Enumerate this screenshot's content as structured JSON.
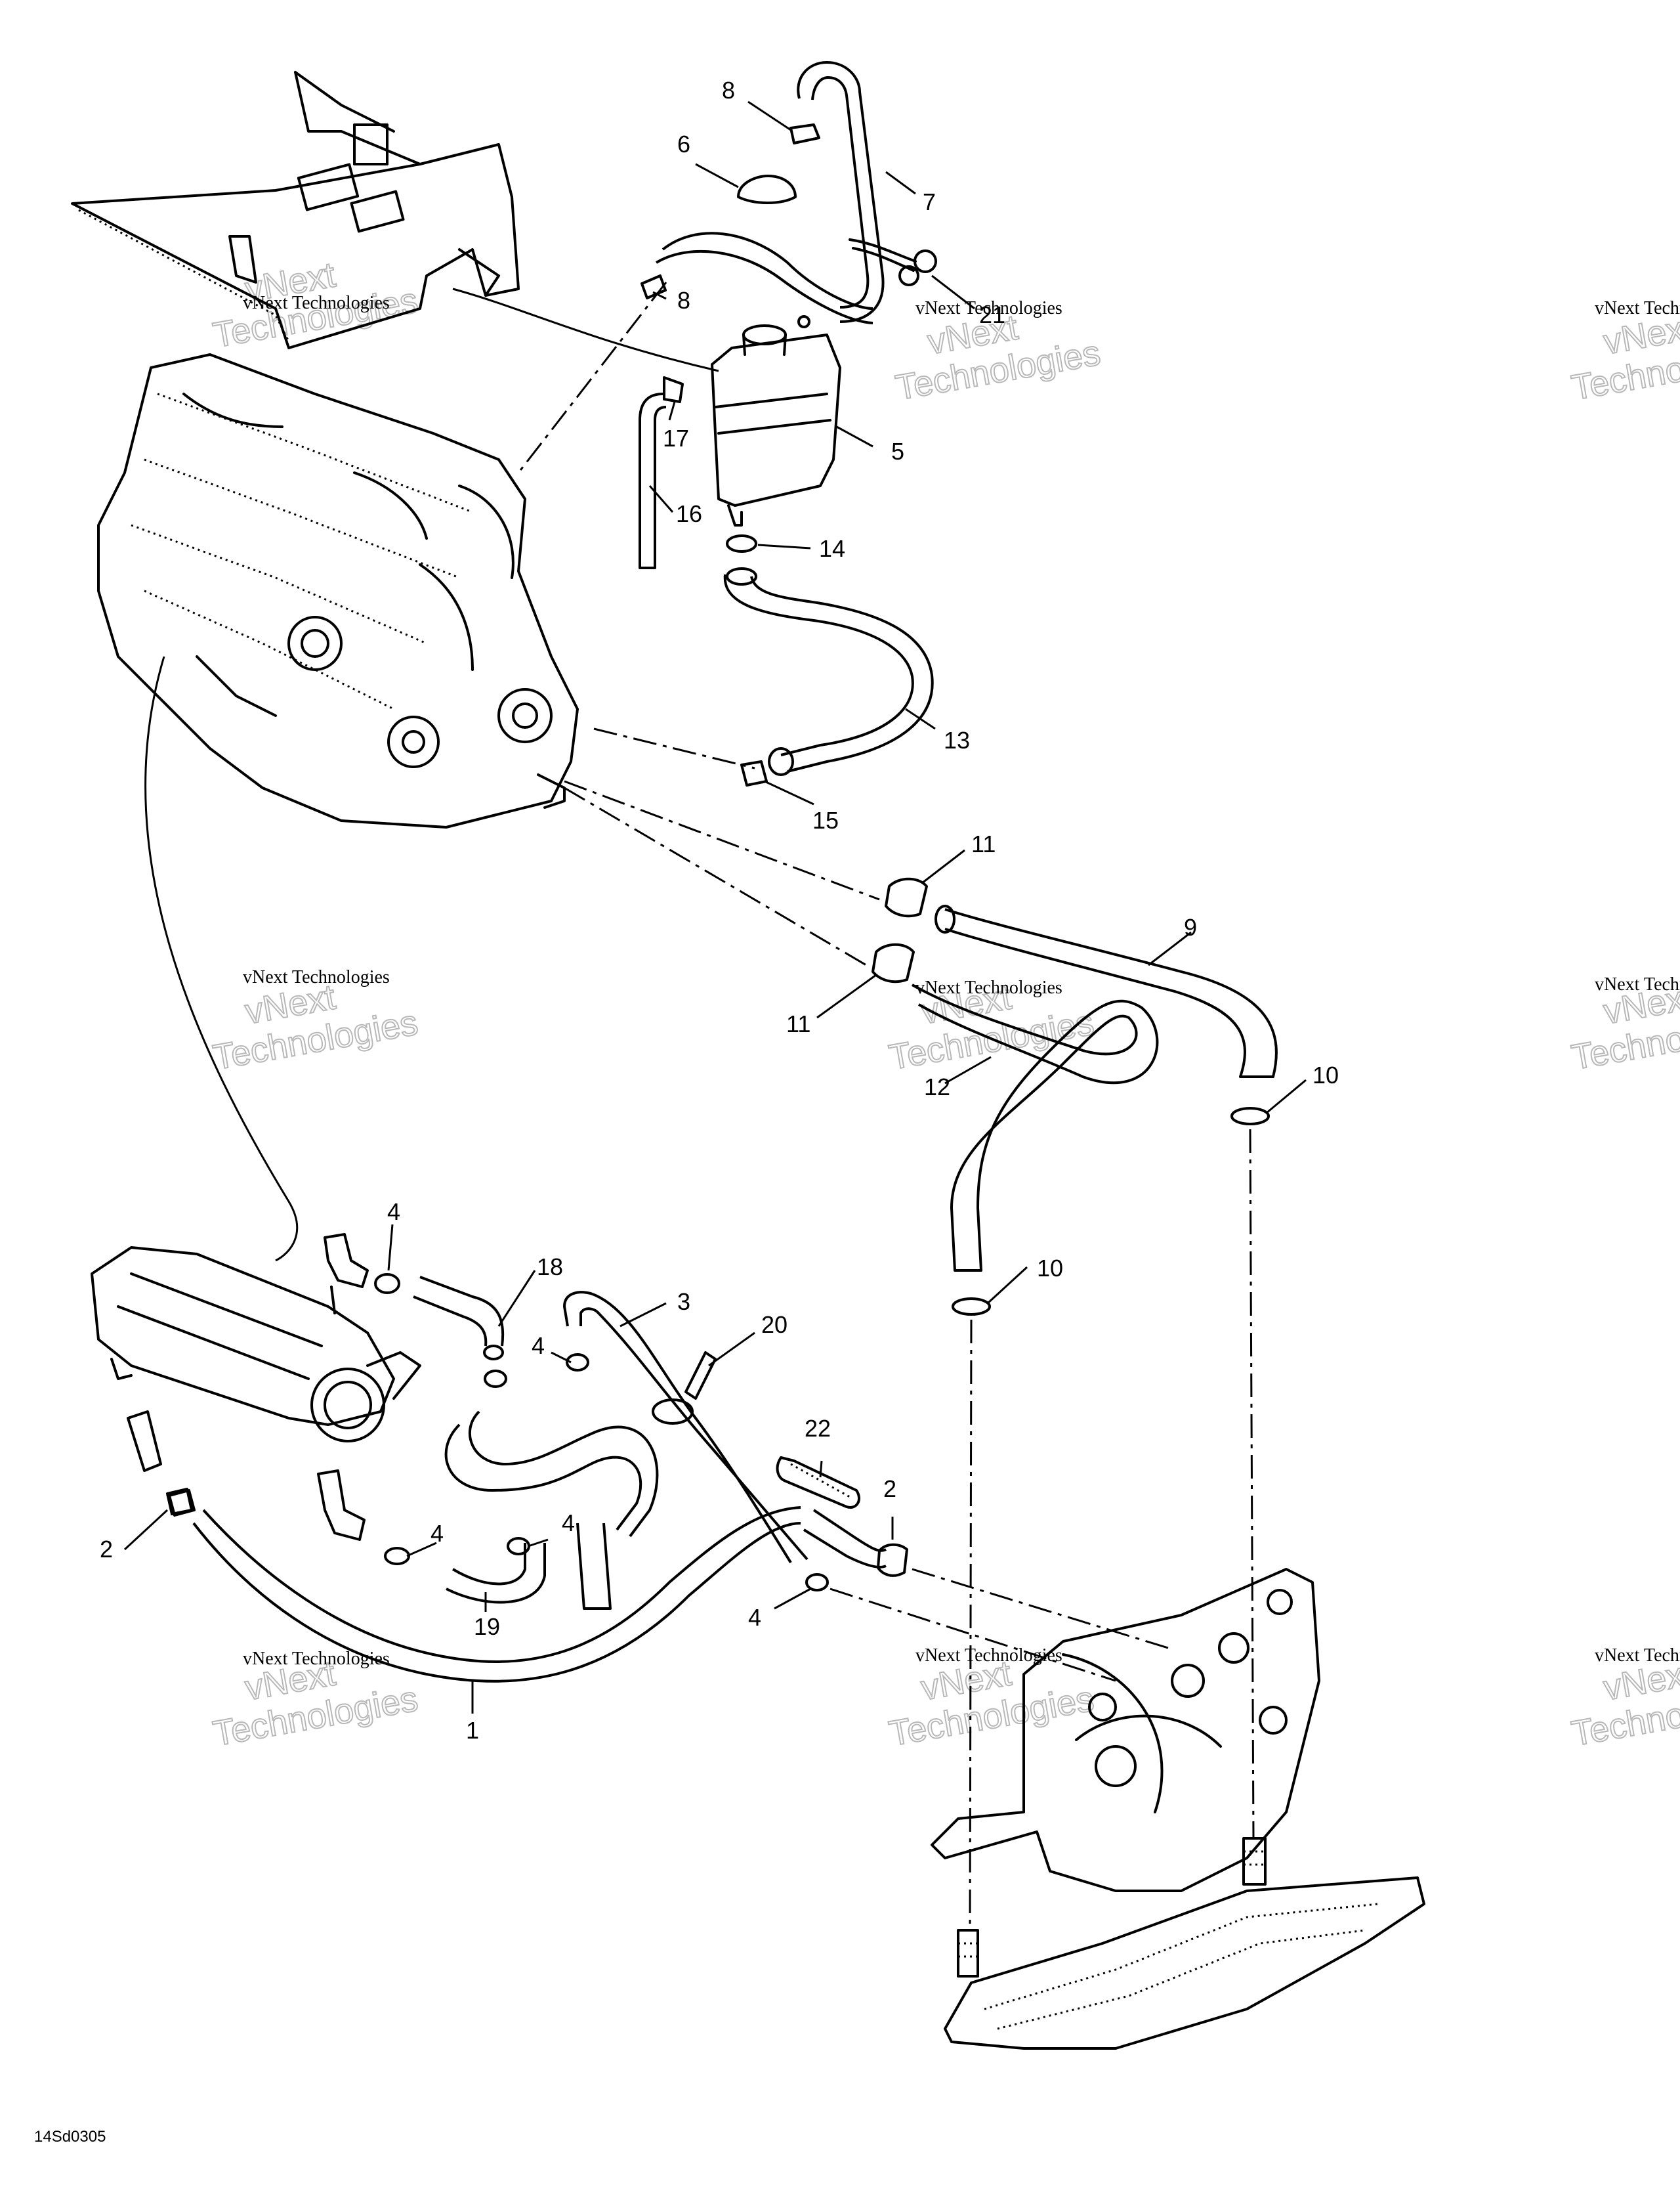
{
  "callouts": [
    {
      "id": "c8a",
      "text": "8"
    },
    {
      "id": "c6",
      "text": "6"
    },
    {
      "id": "c7",
      "text": "7"
    },
    {
      "id": "c8b",
      "text": "8"
    },
    {
      "id": "c21",
      "text": "21"
    },
    {
      "id": "c17",
      "text": "17"
    },
    {
      "id": "c5",
      "text": "5"
    },
    {
      "id": "c16",
      "text": "16"
    },
    {
      "id": "c14",
      "text": "14"
    },
    {
      "id": "c13",
      "text": "13"
    },
    {
      "id": "c15",
      "text": "15"
    },
    {
      "id": "c11a",
      "text": "11"
    },
    {
      "id": "c9",
      "text": "9"
    },
    {
      "id": "c11b",
      "text": "11"
    },
    {
      "id": "c12",
      "text": "12"
    },
    {
      "id": "c10a",
      "text": "10"
    },
    {
      "id": "c10b",
      "text": "10"
    },
    {
      "id": "c4a",
      "text": "4"
    },
    {
      "id": "c18",
      "text": "18"
    },
    {
      "id": "c3",
      "text": "3"
    },
    {
      "id": "c20",
      "text": "20"
    },
    {
      "id": "c4b",
      "text": "4"
    },
    {
      "id": "c22",
      "text": "22"
    },
    {
      "id": "c2a",
      "text": "2"
    },
    {
      "id": "c2b",
      "text": "2"
    },
    {
      "id": "c4c",
      "text": "4"
    },
    {
      "id": "c4d",
      "text": "4"
    },
    {
      "id": "c19",
      "text": "19"
    },
    {
      "id": "c4e",
      "text": "4"
    },
    {
      "id": "c1",
      "text": "1"
    }
  ],
  "drawing_code": "14Sd0305",
  "watermark": {
    "small_text": "vNext Technologies",
    "large_word_1": "vNext",
    "large_word_2": "Technologies"
  }
}
